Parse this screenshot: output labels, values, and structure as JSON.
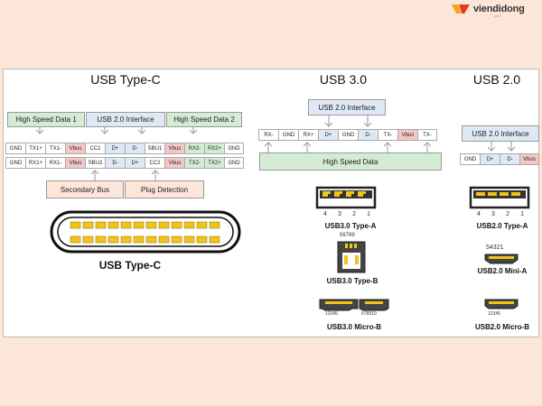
{
  "logo": {
    "text": "viendidong",
    "sub": ".com"
  },
  "typec": {
    "title": "USB Type-C",
    "hs1": "High Speed Data 1",
    "usb2": "USB 2.0 Interface",
    "hs2": "High Speed Data 2",
    "row1": [
      "GND",
      "TX1+",
      "TX1-",
      "Vbus",
      "CC1",
      "D+",
      "D-",
      "SBU1",
      "Vbus",
      "RX2-",
      "RX2+",
      "GND"
    ],
    "row2": [
      "GND",
      "RX1+",
      "RX1-",
      "Vbus",
      "SBU2",
      "D-",
      "D+",
      "CC2",
      "Vbus",
      "TX2-",
      "TX2+",
      "GND"
    ],
    "secondary_bus": "Secondary Bus",
    "plug_detection": "Plug Detection",
    "caption": "USB Type-C"
  },
  "usb3": {
    "title": "USB 3.0",
    "usb2": "USB 2.0 Interface",
    "pins": [
      "RX-",
      "GND",
      "RX+",
      "D+",
      "GND",
      "D-",
      "TX-",
      "Vbus",
      "TX-"
    ],
    "hs": "High Speed Data",
    "typeA": {
      "nums": [
        "4",
        "3",
        "2",
        "1"
      ],
      "caption": "USB3.0 Type-A"
    },
    "typeB": {
      "nums": "56789",
      "caption": "USB3.0 Type-B"
    },
    "micro": {
      "nums_left": "12345",
      "nums_right": "678910",
      "caption": "USB3.0 Micro-B"
    }
  },
  "usb2": {
    "title": "USB 2.0",
    "usb2": "USB 2.0 Interface",
    "pins": [
      "GND",
      "D+",
      "D-",
      "Vbus"
    ],
    "typeA": {
      "nums": [
        "4",
        "3",
        "2",
        "1"
      ],
      "caption": "USB2.0 Type-A"
    },
    "mini": {
      "nums": "54321",
      "caption": "USB2.0 Mini-A"
    },
    "micro": {
      "nums": "12345",
      "caption": "USB2.0 Micro-B"
    }
  },
  "colors": {
    "pink": "#f4c6c6",
    "blue": "#dfe9f6",
    "green": "#d3ecd3",
    "peach": "#fbe6d8",
    "gold": "#f2c418"
  }
}
